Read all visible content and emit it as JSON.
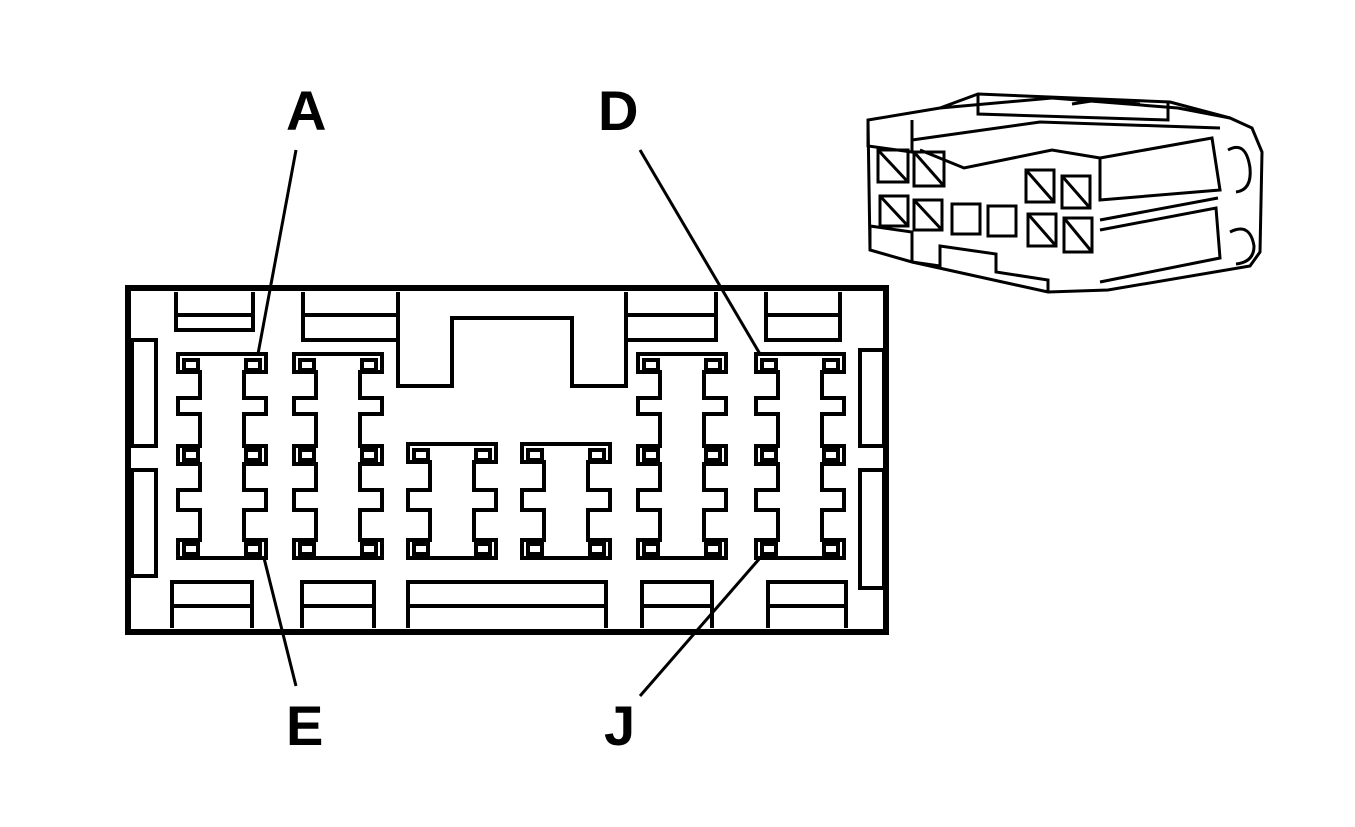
{
  "labels": {
    "a": "A",
    "d": "D",
    "e": "E",
    "j": "J"
  },
  "colors": {
    "stroke": "#000000",
    "background": "#ffffff"
  }
}
